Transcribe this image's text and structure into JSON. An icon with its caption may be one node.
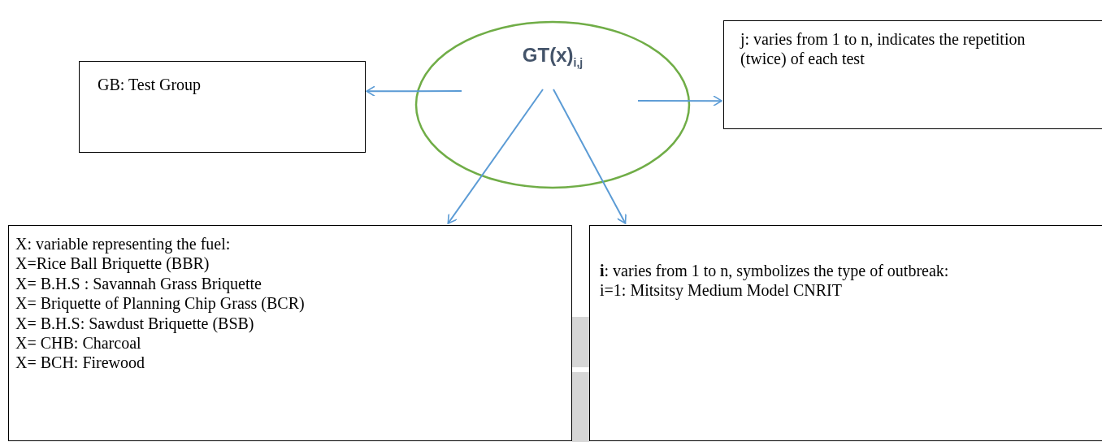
{
  "diagram": {
    "nodes": [
      {
        "text": [
          "GT(x)$_{i,j}$"
        ]
      },
      {
        "text": [
          "GB: Test Group"
        ]
      },
      {
        "text": [
          "j: varies from 1 to n, indicates the repetition (twice) of each test"
        ]
      },
      {
        "text": [
          "X: variable representing the fuel:",
          "X=Rice Ball Briquette (BBR)",
          "X= B.H.S : Savannah Grass Briquette",
          "X= Briquette of Planning Chip Grass (BCR)",
          "X= B.H.S: Sawdust Briquette (BSB)",
          "X= CHB: Charcoal",
          "X= BCH: Firewood"
        ]
      },
      {
        "text": [
          "**i**: varies from 1 to n, symbolizes the type of outbreak:",
          "i=1: Mitsitsy Medium Model CNRIT"
        ]
      }
    ],
    "edges": [
      {
        "from": 0,
        "to": 1,
        "arrow": "to"
      },
      {
        "from": 0,
        "to": 2,
        "arrow": "to"
      },
      {
        "from": 0,
        "to": 3,
        "arrow": "to"
      },
      {
        "from": 0,
        "to": 4,
        "arrow": "to"
      }
    ]
  }
}
